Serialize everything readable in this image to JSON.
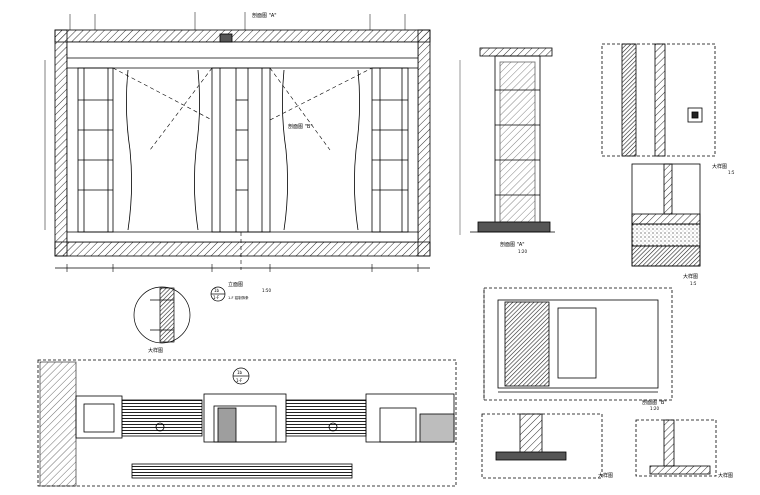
{
  "labels": {
    "main_elevation_title": "立面图",
    "main_elevation_scale": "1:50",
    "callout_a": "剖面图 \"A\"",
    "callout_b": "剖面图 \"B\"",
    "section_a_title": "剖面图 \"A\"",
    "section_a_scale": "1:20",
    "section_b_title": "剖面图 \"B\"",
    "section_b_scale": "1:20",
    "detail_title": "大样图",
    "detail_scale": "1:5",
    "index_top": "1b",
    "index_bottom": "1-F",
    "index_note": "1-F 铝制饰条"
  },
  "colors": {
    "line": "#000000",
    "hatch": "#333333",
    "dark_fill": "#4a4a4a",
    "grey_fill": "#bdbdbd"
  }
}
